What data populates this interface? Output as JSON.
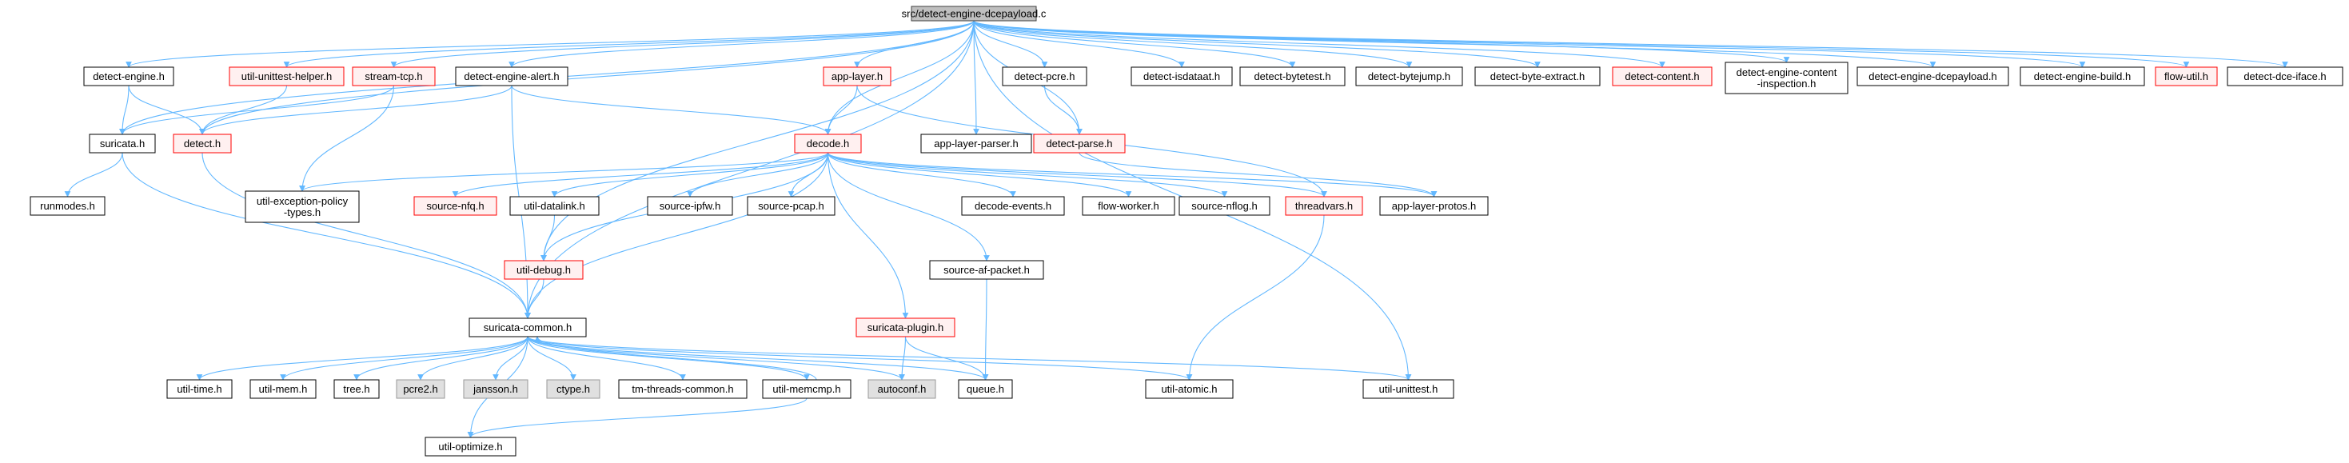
{
  "colors": {
    "root_fill": "#bfbfbf",
    "root_border": "#404040",
    "normal_fill": "#ffffff",
    "normal_border": "#000000",
    "red_fill": "#fff0f0",
    "red_border": "#ff0000",
    "gray_fill": "#e0e0e0",
    "gray_border": "#999999",
    "edge": "#63b8ff"
  },
  "nodes": [
    {
      "id": "root",
      "label": "src/detect-engine-dcepayload.c",
      "style": "root"
    },
    {
      "id": "detect_engine",
      "label": "detect-engine.h",
      "style": "normal"
    },
    {
      "id": "util_unittest_helper",
      "label": "util-unittest-helper.h",
      "style": "red"
    },
    {
      "id": "stream_tcp",
      "label": "stream-tcp.h",
      "style": "red"
    },
    {
      "id": "detect_engine_alert",
      "label": "detect-engine-alert.h",
      "style": "normal"
    },
    {
      "id": "app_layer",
      "label": "app-layer.h",
      "style": "red"
    },
    {
      "id": "detect_pcre",
      "label": "detect-pcre.h",
      "style": "normal"
    },
    {
      "id": "detect_isdataat",
      "label": "detect-isdataat.h",
      "style": "normal"
    },
    {
      "id": "detect_bytetest",
      "label": "detect-bytetest.h",
      "style": "normal"
    },
    {
      "id": "detect_bytejump",
      "label": "detect-bytejump.h",
      "style": "normal"
    },
    {
      "id": "detect_byte_extract",
      "label": "detect-byte-extract.h",
      "style": "normal"
    },
    {
      "id": "detect_content",
      "label": "detect-content.h",
      "style": "red"
    },
    {
      "id": "detect_engine_content_inspection",
      "label": "detect-engine-content\n-inspection.h",
      "style": "normal"
    },
    {
      "id": "detect_engine_dcepayload",
      "label": "detect-engine-dcepayload.h",
      "style": "normal"
    },
    {
      "id": "detect_engine_build",
      "label": "detect-engine-build.h",
      "style": "normal"
    },
    {
      "id": "flow_util",
      "label": "flow-util.h",
      "style": "red"
    },
    {
      "id": "detect_dce_iface",
      "label": "detect-dce-iface.h",
      "style": "normal"
    },
    {
      "id": "suricata",
      "label": "suricata.h",
      "style": "normal"
    },
    {
      "id": "detect",
      "label": "detect.h",
      "style": "red"
    },
    {
      "id": "decode",
      "label": "decode.h",
      "style": "red"
    },
    {
      "id": "app_layer_parser",
      "label": "app-layer-parser.h",
      "style": "normal"
    },
    {
      "id": "detect_parse",
      "label": "detect-parse.h",
      "style": "red"
    },
    {
      "id": "runmodes",
      "label": "runmodes.h",
      "style": "normal"
    },
    {
      "id": "util_exception_policy_types",
      "label": "util-exception-policy\n-types.h",
      "style": "normal"
    },
    {
      "id": "source_nfq",
      "label": "source-nfq.h",
      "style": "red"
    },
    {
      "id": "util_datalink",
      "label": "util-datalink.h",
      "style": "normal"
    },
    {
      "id": "source_ipfw",
      "label": "source-ipfw.h",
      "style": "normal"
    },
    {
      "id": "source_pcap",
      "label": "source-pcap.h",
      "style": "normal"
    },
    {
      "id": "decode_events",
      "label": "decode-events.h",
      "style": "normal"
    },
    {
      "id": "flow_worker",
      "label": "flow-worker.h",
      "style": "normal"
    },
    {
      "id": "source_nflog",
      "label": "source-nflog.h",
      "style": "normal"
    },
    {
      "id": "threadvars",
      "label": "threadvars.h",
      "style": "red"
    },
    {
      "id": "app_layer_protos",
      "label": "app-layer-protos.h",
      "style": "normal"
    },
    {
      "id": "source_af_packet",
      "label": "source-af-packet.h",
      "style": "normal"
    },
    {
      "id": "util_debug",
      "label": "util-debug.h",
      "style": "red"
    },
    {
      "id": "suricata_plugin",
      "label": "suricata-plugin.h",
      "style": "red"
    },
    {
      "id": "suricata_common",
      "label": "suricata-common.h",
      "style": "normal"
    },
    {
      "id": "util_time",
      "label": "util-time.h",
      "style": "normal"
    },
    {
      "id": "util_mem",
      "label": "util-mem.h",
      "style": "normal"
    },
    {
      "id": "tree",
      "label": "tree.h",
      "style": "normal"
    },
    {
      "id": "pcre2",
      "label": "pcre2.h",
      "style": "gray"
    },
    {
      "id": "jansson",
      "label": "jansson.h",
      "style": "gray"
    },
    {
      "id": "ctype",
      "label": "ctype.h",
      "style": "gray"
    },
    {
      "id": "tm_threads_common",
      "label": "tm-threads-common.h",
      "style": "normal"
    },
    {
      "id": "util_memcmp",
      "label": "util-memcmp.h",
      "style": "normal"
    },
    {
      "id": "autoconf",
      "label": "autoconf.h",
      "style": "gray"
    },
    {
      "id": "queue",
      "label": "queue.h",
      "style": "normal"
    },
    {
      "id": "util_atomic",
      "label": "util-atomic.h",
      "style": "normal"
    },
    {
      "id": "util_unittest",
      "label": "util-unittest.h",
      "style": "normal"
    },
    {
      "id": "util_optimize",
      "label": "util-optimize.h",
      "style": "normal"
    }
  ],
  "edges": [
    [
      "root",
      "detect_engine"
    ],
    [
      "root",
      "util_unittest_helper"
    ],
    [
      "root",
      "stream_tcp"
    ],
    [
      "root",
      "detect_engine_alert"
    ],
    [
      "root",
      "app_layer"
    ],
    [
      "root",
      "detect_pcre"
    ],
    [
      "root",
      "detect_isdataat"
    ],
    [
      "root",
      "detect_bytetest"
    ],
    [
      "root",
      "detect_bytejump"
    ],
    [
      "root",
      "detect_byte_extract"
    ],
    [
      "root",
      "detect_content"
    ],
    [
      "root",
      "detect_engine_content_inspection"
    ],
    [
      "root",
      "detect_engine_dcepayload"
    ],
    [
      "root",
      "detect_engine_build"
    ],
    [
      "root",
      "flow_util"
    ],
    [
      "root",
      "detect_dce_iface"
    ],
    [
      "root",
      "suricata"
    ],
    [
      "root",
      "detect"
    ],
    [
      "root",
      "decode"
    ],
    [
      "root",
      "app_layer_parser"
    ],
    [
      "root",
      "detect_parse"
    ],
    [
      "root",
      "util_debug"
    ],
    [
      "root",
      "suricata_common"
    ],
    [
      "root",
      "util_unittest"
    ],
    [
      "detect_engine",
      "suricata"
    ],
    [
      "detect_engine",
      "detect"
    ],
    [
      "util_unittest_helper",
      "detect"
    ],
    [
      "stream_tcp",
      "suricata"
    ],
    [
      "stream_tcp",
      "util_exception_policy_types"
    ],
    [
      "detect_engine_alert",
      "detect"
    ],
    [
      "detect_engine_alert",
      "decode"
    ],
    [
      "detect_engine_alert",
      "suricata_common"
    ],
    [
      "app_layer",
      "decode"
    ],
    [
      "app_layer",
      "threadvars"
    ],
    [
      "detect_pcre",
      "detect_parse"
    ],
    [
      "detect_parse",
      "app_layer_protos"
    ],
    [
      "suricata",
      "runmodes"
    ],
    [
      "suricata",
      "suricata_common"
    ],
    [
      "detect",
      "suricata_common"
    ],
    [
      "decode",
      "util_exception_policy_types"
    ],
    [
      "decode",
      "source_nfq"
    ],
    [
      "decode",
      "util_datalink"
    ],
    [
      "decode",
      "source_ipfw"
    ],
    [
      "decode",
      "source_pcap"
    ],
    [
      "decode",
      "decode_events"
    ],
    [
      "decode",
      "flow_worker"
    ],
    [
      "decode",
      "source_nflog"
    ],
    [
      "decode",
      "threadvars"
    ],
    [
      "decode",
      "app_layer_protos"
    ],
    [
      "decode",
      "source_af_packet"
    ],
    [
      "decode",
      "util_debug"
    ],
    [
      "decode",
      "suricata_plugin"
    ],
    [
      "decode",
      "suricata_common"
    ],
    [
      "util_datalink",
      "util_debug"
    ],
    [
      "source_af_packet",
      "queue"
    ],
    [
      "threadvars",
      "util_atomic"
    ],
    [
      "util_debug",
      "suricata_common"
    ],
    [
      "suricata_plugin",
      "autoconf"
    ],
    [
      "suricata_plugin",
      "queue"
    ],
    [
      "suricata_common",
      "util_time"
    ],
    [
      "suricata_common",
      "util_mem"
    ],
    [
      "suricata_common",
      "tree"
    ],
    [
      "suricata_common",
      "pcre2"
    ],
    [
      "suricata_common",
      "jansson"
    ],
    [
      "suricata_common",
      "ctype"
    ],
    [
      "suricata_common",
      "tm_threads_common"
    ],
    [
      "suricata_common",
      "util_memcmp"
    ],
    [
      "suricata_common",
      "autoconf"
    ],
    [
      "suricata_common",
      "queue"
    ],
    [
      "suricata_common",
      "util_atomic"
    ],
    [
      "suricata_common",
      "util_unittest"
    ],
    [
      "suricata_common",
      "util_optimize"
    ],
    [
      "util_memcmp",
      "suricata_common"
    ],
    [
      "util_memcmp",
      "util_optimize"
    ]
  ]
}
